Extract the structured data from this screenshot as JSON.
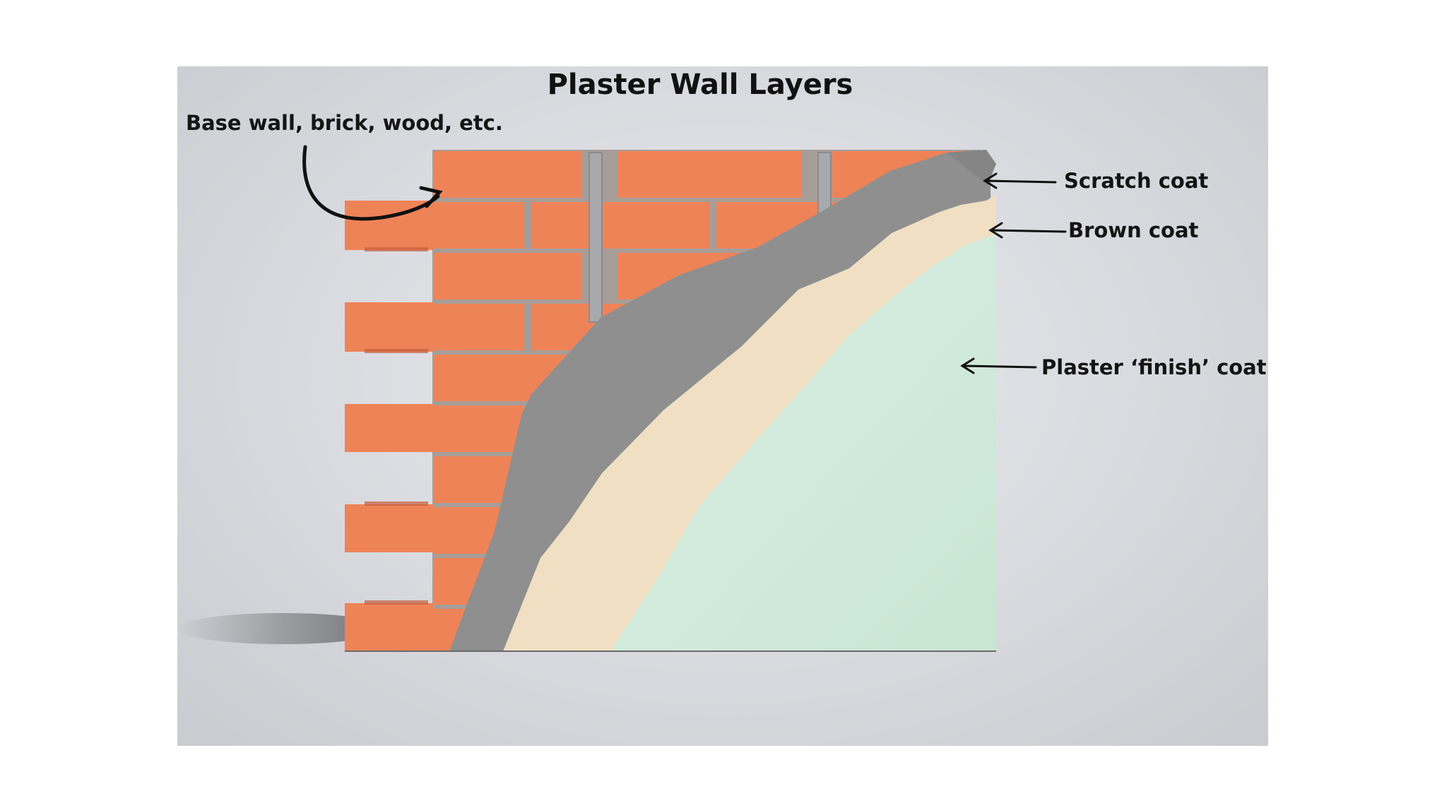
{
  "title": "Plaster Wall Layers",
  "labels": {
    "base_wall": "Base wall, brick, wood, etc.",
    "scratch_coat": "Scratch coat",
    "brown_coat": "Brown coat",
    "finish_coat": "Plaster ‘finish’ coat"
  },
  "colors": {
    "brick": "#ef8358",
    "mortar": "#9b8f8a",
    "lath_strip": "#a8a9ad",
    "scratch_coat": "#8f8f8f",
    "brown_coat": "#f1dfc3",
    "finish_coat": "#d2ebdc"
  }
}
